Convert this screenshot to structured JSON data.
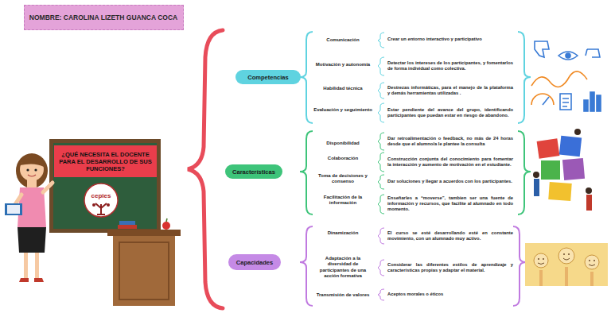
{
  "diagram": {
    "nodes": [
      {
        "text": [
          "NOMBRE: CAROLINA LIZETH GUANCA COCA"
        ]
      },
      {
        "text": [
          "¿QUÉ NECESITA EL DOCENTE PARA EL DESARROLLO DE SUS FUNCIONES?"
        ]
      },
      {
        "text": [
          "Competencias"
        ]
      },
      {
        "text": [
          "Características"
        ]
      },
      {
        "text": [
          "Capacidades"
        ]
      }
    ],
    "labels": [
      "cepies",
      "Comunicación",
      "Crear un entorno interactivo y participativo",
      "Motivación y autonomía",
      "Detectar los intereses de los participantes, y fomentarlos de forma individual como colectiva.",
      "Habilidad técnica",
      "Destrezas informáticas, para el manejo de la plataforma y demás herramientas utilizadas .",
      "Evaluación y seguimiento",
      "Estar pendiente del avance del grupo, identificando participantes que puedan estar en riesgo de abandono.",
      "Disponibilidad",
      "Dar retroalimentación o feedback, no más de 24 horas desde que el alumno/a le plantee la consulta",
      "Colaboración",
      "Construcción conjunta del conocimiento para fomentar la interacción y aumento de motivación en el estudiante.",
      "Toma de decisiones y consenso",
      "Dar soluciones y llegar a acuerdos con los participantes.",
      "Facilitación de la información",
      "Enseñarles a “moverse”, tambien ser una fuente de información y recursos, que facilite al alumnado en todo momento.",
      "Dinamización",
      "El curso se esté desarrollando esté en constante movimiento, con un alumnado muy activo.",
      "Adaptación a la diversidad de participantes de una acción formativa",
      "Considerar las diferentes estilos de aprendizaje y características propias y adaptar el material.",
      "Transmisión de valores",
      "Aceptos morales o éticos"
    ]
  }
}
